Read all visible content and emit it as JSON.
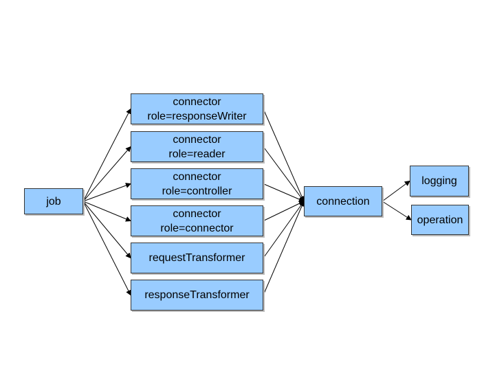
{
  "colors": {
    "node_fill": "#99ccff",
    "node_border": "#333333",
    "edge": "#000000",
    "background": "#ffffff"
  },
  "nodes": {
    "job": {
      "label": "job"
    },
    "connector_writer": {
      "line1": "connector",
      "line2": "role=responseWriter"
    },
    "connector_reader": {
      "line1": "connector",
      "line2": "role=reader"
    },
    "connector_controller": {
      "line1": "connector",
      "line2": "role=controller"
    },
    "connector_connector": {
      "line1": "connector",
      "line2": "role=connector"
    },
    "request_transformer": {
      "label": "requestTransformer"
    },
    "response_transformer": {
      "label": "responseTransformer"
    },
    "connection": {
      "label": "connection"
    },
    "logging": {
      "label": "logging"
    },
    "operation": {
      "label": "operation"
    }
  },
  "edges": [
    {
      "from": "job",
      "to": "connector_writer"
    },
    {
      "from": "job",
      "to": "connector_reader"
    },
    {
      "from": "job",
      "to": "connector_controller"
    },
    {
      "from": "job",
      "to": "connector_connector"
    },
    {
      "from": "job",
      "to": "request_transformer"
    },
    {
      "from": "job",
      "to": "response_transformer"
    },
    {
      "from": "connector_writer",
      "to": "connection"
    },
    {
      "from": "connector_reader",
      "to": "connection"
    },
    {
      "from": "connector_controller",
      "to": "connection"
    },
    {
      "from": "connector_connector",
      "to": "connection"
    },
    {
      "from": "request_transformer",
      "to": "connection"
    },
    {
      "from": "response_transformer",
      "to": "connection"
    },
    {
      "from": "connection",
      "to": "logging"
    },
    {
      "from": "connection",
      "to": "operation"
    }
  ]
}
